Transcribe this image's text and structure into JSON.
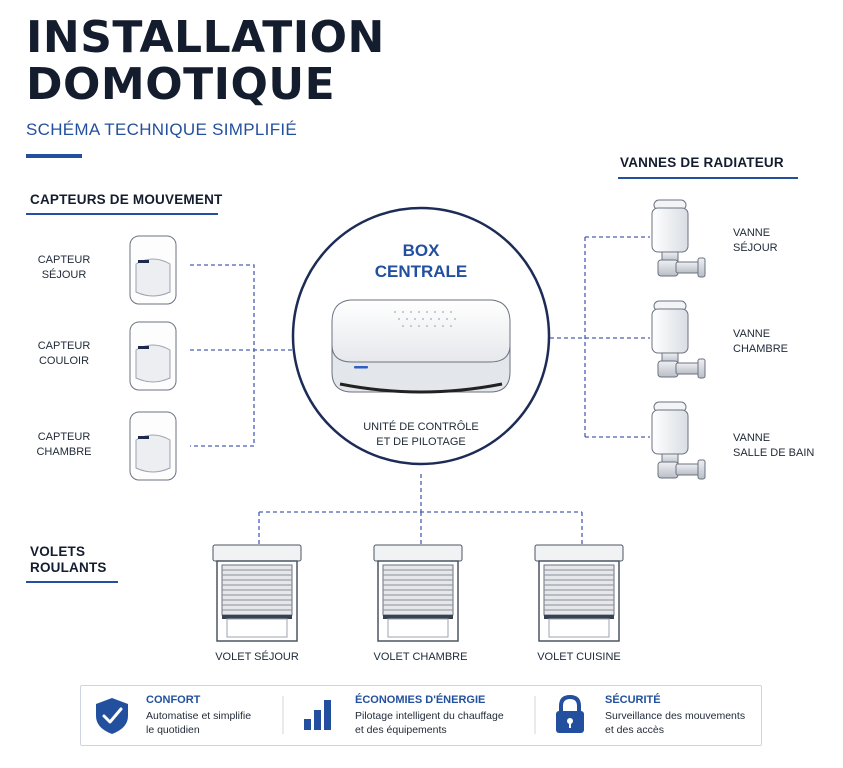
{
  "header": {
    "title_line1": "INSTALLATION",
    "title_line2": "DOMOTIQUE",
    "subtitle": "SCHÉMA TECHNIQUE SIMPLIFIÉ"
  },
  "sensors": {
    "heading": "CAPTEURS DE MOUVEMENT",
    "items": [
      {
        "line1": "CAPTEUR",
        "line2": "SÉJOUR"
      },
      {
        "line1": "CAPTEUR",
        "line2": "COULOIR"
      },
      {
        "line1": "CAPTEUR",
        "line2": "CHAMBRE"
      }
    ]
  },
  "hub": {
    "title_line1": "BOX",
    "title_line2": "CENTRALE",
    "desc_line1": "UNITÉ DE CONTRÔLE",
    "desc_line2": "ET DE PILOTAGE"
  },
  "valves": {
    "heading": "VANNES DE RADIATEUR",
    "items": [
      {
        "line1": "VANNE",
        "line2": "SÉJOUR"
      },
      {
        "line1": "VANNE",
        "line2": "CHAMBRE"
      },
      {
        "line1": "VANNE",
        "line2": "SALLE DE BAIN"
      }
    ]
  },
  "shutters": {
    "heading_line1": "VOLETS",
    "heading_line2": "ROULANTS",
    "items": [
      {
        "label": "VOLET SÉJOUR"
      },
      {
        "label": "VOLET CHAMBRE"
      },
      {
        "label": "VOLET CUISINE"
      }
    ]
  },
  "legend": [
    {
      "icon": "shield-check-icon",
      "title": "CONFORT",
      "desc_line1": "Automatise et simplifie",
      "desc_line2": "le quotidien"
    },
    {
      "icon": "bar-chart-icon",
      "title": "ÉCONOMIES D'ÉNERGIE",
      "desc_line1": "Pilotage intelligent du chauffage",
      "desc_line2": "et des équipements"
    },
    {
      "icon": "padlock-icon",
      "title": "SÉCURITÉ",
      "desc_line1": "Surveillance des mouvements",
      "desc_line2": "et des accès"
    }
  ],
  "colors": {
    "accent": "#23509e",
    "title": "#141d2e",
    "line": "#4a5fb5"
  }
}
